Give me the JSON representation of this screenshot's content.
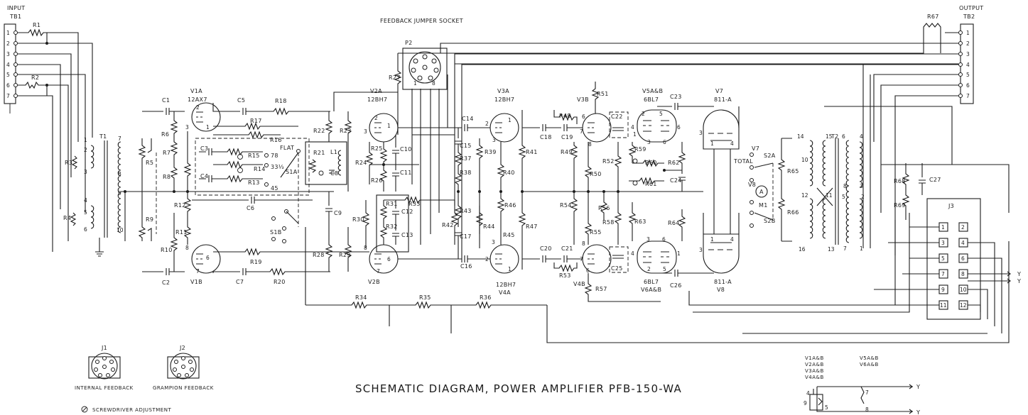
{
  "title": "SCHEMATIC DIAGRAM, POWER AMPLIFIER PFB-150-WA",
  "input_block": {
    "heading": "INPUT",
    "name": "TB1",
    "terminals": [
      "1",
      "2",
      "3",
      "4",
      "5",
      "6",
      "7"
    ]
  },
  "output_block": {
    "heading": "OUTPUT",
    "name": "TB2",
    "terminals": [
      "1",
      "2",
      "3",
      "4",
      "5",
      "6",
      "7"
    ]
  },
  "feedback_socket": {
    "label": "FEEDBACK JUMPER SOCKET",
    "name": "P2"
  },
  "tubes": {
    "v1a": [
      "V1A",
      "12AX7"
    ],
    "v1b": [
      "V1B"
    ],
    "v2a": [
      "V2A",
      "12BH7"
    ],
    "v2b": [
      "V2B"
    ],
    "v3a": [
      "V3A",
      "12BH7"
    ],
    "v4a": [
      "12BH7",
      "V4A"
    ],
    "v3b": [
      "V3B"
    ],
    "v4b": [
      "V4B"
    ],
    "v5": [
      "V5A&B",
      "6BL7"
    ],
    "v6": [
      "6BL7",
      "V6A&B"
    ],
    "v7": [
      "V7",
      "811-A"
    ],
    "v8": [
      "811-A",
      "V8"
    ]
  },
  "resistors": [
    "R1",
    "R2",
    "R3",
    "R4",
    "R5",
    "R6",
    "R7",
    "R8",
    "R9",
    "R10",
    "R11",
    "R12",
    "R13",
    "R14",
    "R15",
    "R16",
    "R17",
    "R18",
    "R19",
    "R20",
    "R21",
    "R22",
    "R23",
    "R24",
    "R25",
    "R26",
    "R27",
    "R28",
    "R29",
    "R30",
    "R31",
    "R32",
    "R33",
    "R34",
    "R35",
    "R36",
    "R37",
    "R38",
    "R39",
    "R40",
    "R41",
    "R42",
    "R43",
    "R44",
    "R45",
    "R46",
    "R47",
    "R48",
    "R49",
    "R50",
    "R51",
    "R52",
    "R53",
    "R54",
    "R55",
    "R56",
    "R57",
    "R58",
    "R59",
    "R60",
    "R61",
    "R62",
    "R63",
    "R64",
    "R65",
    "R66",
    "R67",
    "R68",
    "R69"
  ],
  "capacitors": [
    "C1",
    "C2",
    "C3",
    "C4",
    "C5",
    "C6",
    "C7",
    "C8",
    "C9",
    "C10",
    "C11",
    "C12",
    "C13",
    "C14",
    "C15",
    "C16",
    "C17",
    "C18",
    "C19",
    "C20",
    "C21",
    "C22",
    "C23",
    "C24",
    "C25",
    "C26",
    "C27"
  ],
  "transformers": [
    "T1",
    "T2"
  ],
  "inductor": "L1",
  "meter": {
    "symbol": "A",
    "name": "M1",
    "switch_positions": [
      "V7",
      "TOTAL",
      "V8"
    ]
  },
  "switches": {
    "s1a": "S1A",
    "s1b": "S1B",
    "s2a": "S2A",
    "s2b": "S2B",
    "positions": [
      "FLAT",
      "78",
      "33⅓",
      "45"
    ]
  },
  "connectors": {
    "j1": {
      "name": "J1",
      "caption": "INTERNAL FEEDBACK"
    },
    "j2": {
      "name": "J2",
      "caption": "GRAMPION FEEDBACK"
    },
    "j3": {
      "name": "J3",
      "pins": [
        "1",
        "2",
        "3",
        "4",
        "5",
        "6",
        "7",
        "8",
        "9",
        "10",
        "11",
        "12"
      ]
    }
  },
  "legend": {
    "screwdriver": "SCREWDRIVER ADJUSTMENT"
  },
  "tube_groups": {
    "col1": [
      "V1A&B",
      "V2A&B",
      "V3A&B",
      "V4A&B"
    ],
    "col2": [
      "V5A&B",
      "V6A&B"
    ]
  },
  "heater": {
    "pins": [
      "4",
      "5",
      "7",
      "8",
      "9"
    ],
    "outputs": [
      "Y",
      "Y"
    ]
  },
  "output_y": [
    "Y",
    "Y"
  ],
  "pin_numbers": [
    "1",
    "2",
    "3",
    "4",
    "5",
    "6",
    "7",
    "8",
    "9",
    "10",
    "11",
    "12",
    "13",
    "14",
    "15",
    "16"
  ]
}
